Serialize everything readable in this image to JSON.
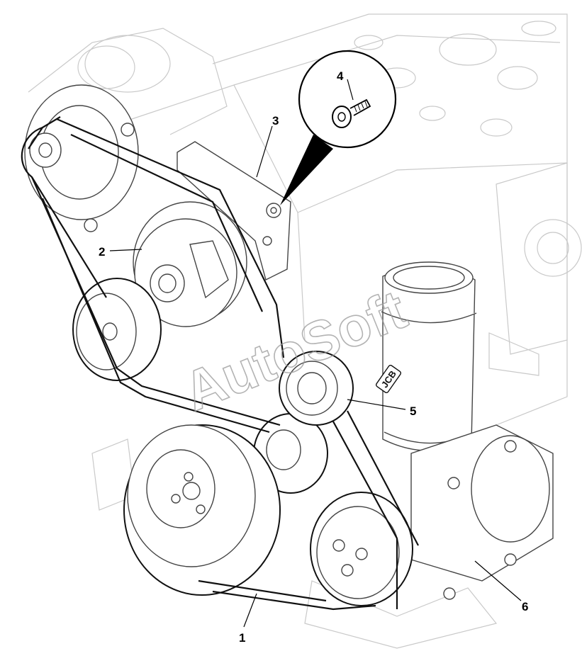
{
  "callouts": [
    {
      "id": "1",
      "label": "1"
    },
    {
      "id": "2",
      "label": "2"
    },
    {
      "id": "3",
      "label": "3"
    },
    {
      "id": "4",
      "label": "4"
    },
    {
      "id": "5",
      "label": "5"
    },
    {
      "id": "6",
      "label": "6"
    }
  ],
  "watermark": "AutoSoft",
  "brand_badge": "JCB"
}
